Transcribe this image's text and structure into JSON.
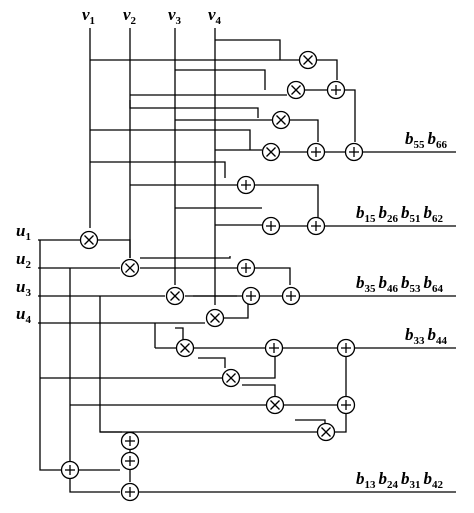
{
  "inputs": {
    "v": [
      {
        "base": "v",
        "sub": "1"
      },
      {
        "base": "v",
        "sub": "2"
      },
      {
        "base": "v",
        "sub": "3"
      },
      {
        "base": "v",
        "sub": "4"
      }
    ],
    "u": [
      {
        "base": "u",
        "sub": "1"
      },
      {
        "base": "u",
        "sub": "2"
      },
      {
        "base": "u",
        "sub": "3"
      },
      {
        "base": "u",
        "sub": "4"
      }
    ]
  },
  "outputs": [
    [
      {
        "base": "b",
        "sub": "55"
      },
      {
        "base": "b",
        "sub": "66"
      }
    ],
    [
      {
        "base": "b",
        "sub": "15"
      },
      {
        "base": "b",
        "sub": "26"
      },
      {
        "base": "b",
        "sub": "51"
      },
      {
        "base": "b",
        "sub": "62"
      }
    ],
    [
      {
        "base": "b",
        "sub": "35"
      },
      {
        "base": "b",
        "sub": "46"
      },
      {
        "base": "b",
        "sub": "53"
      },
      {
        "base": "b",
        "sub": "64"
      }
    ],
    [
      {
        "base": "b",
        "sub": "33"
      },
      {
        "base": "b",
        "sub": "44"
      }
    ],
    [
      {
        "base": "b",
        "sub": "13"
      },
      {
        "base": "b",
        "sub": "24"
      },
      {
        "base": "b",
        "sub": "31"
      },
      {
        "base": "b",
        "sub": "42"
      }
    ]
  ],
  "node_symbols": {
    "multiply": "×",
    "add": "+"
  }
}
